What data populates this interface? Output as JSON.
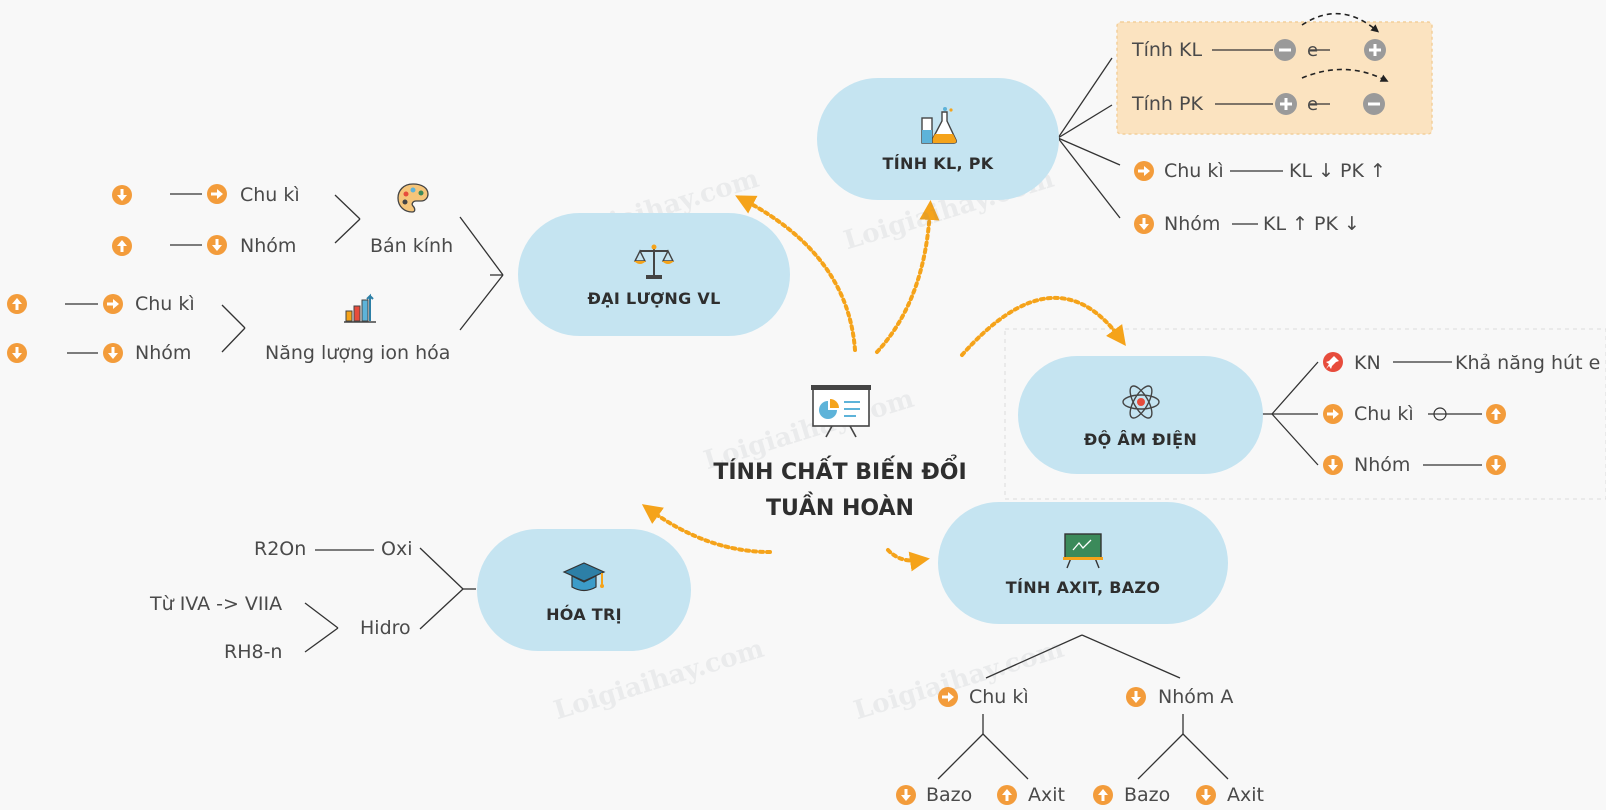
{
  "center": {
    "line1": "TÍNH CHẤT BIẾN ĐỔI",
    "line2": "TUẦN HOÀN"
  },
  "nodes": {
    "kl_pk": "TÍNH KL, PK",
    "dai_luong": "ĐẠI LƯỢNG VL",
    "do_am_dien": "ĐỘ ÂM ĐIỆN",
    "hoa_tri": "HÓA TRỊ",
    "axit_bazo": "TÍNH AXIT, BAZO"
  },
  "kl_pk": {
    "tinh_kl": "Tính KL",
    "tinh_pk": "Tính PK",
    "e": "e",
    "chu_ki": "Chu kì",
    "chu_ki_value": "KL ↓  PK ↑",
    "nhom": "Nhóm",
    "nhom_value": "KL ↑  PK ↓"
  },
  "dai_luong": {
    "ban_kinh": "Bán kính",
    "nang_luong": "Năng lượng ion hóa",
    "chu_ki": "Chu kì",
    "nhom": "Nhóm"
  },
  "do_am_dien": {
    "kn": "KN",
    "kn_value": "Khả năng hút e",
    "chu_ki": "Chu kì",
    "nhom": "Nhóm"
  },
  "hoa_tri": {
    "oxi": "Oxi",
    "r2on": "R2On",
    "hidro": "Hidro",
    "tu_iva": "Từ IVA -> VIIA",
    "rh8n": "RH8-n"
  },
  "axit_bazo": {
    "chu_ki": "Chu kì",
    "nhom_a": "Nhóm A",
    "bazo": "Bazo",
    "axit": "Axit"
  },
  "watermark": "Loigiaihay.com",
  "colors": {
    "orange": "#f39c3b",
    "node": "#c5e4f1",
    "sign": "#9a9a9a",
    "red": "#e74c3c",
    "dash": "#f5a31a",
    "highlight": "#fbe3c0"
  }
}
